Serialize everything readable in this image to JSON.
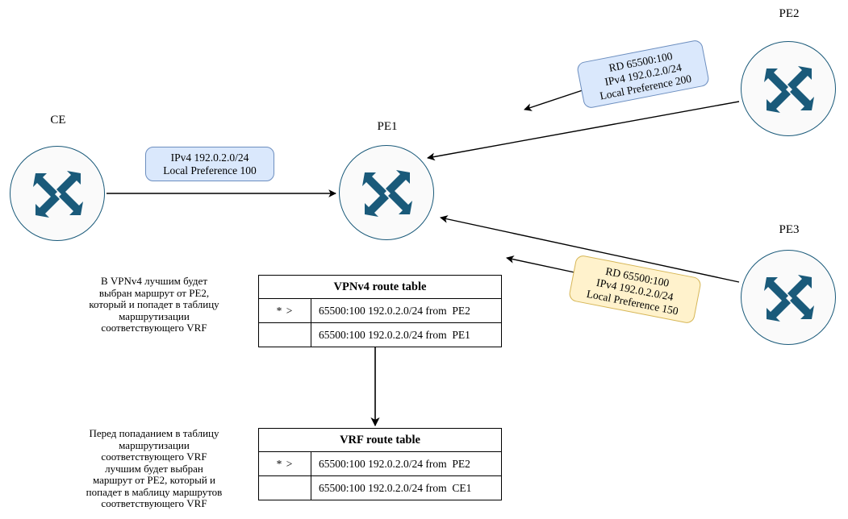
{
  "diagram": {
    "title": "MPLS L3VPN VPNv4 route selection",
    "colors": {
      "router_stroke": "#1A5A7A",
      "router_fill": "#FAFAFA",
      "arrow_glyph": "#1A5A7A",
      "callout_blue_fill": "#DAE8FC",
      "callout_blue_border": "#6C8EBF",
      "callout_tan_fill": "#FFF2CC",
      "callout_tan_border": "#D6B656",
      "line": "#000000"
    }
  },
  "nodes": [
    {
      "id": "ce",
      "label": "CE",
      "icon": "router-icon"
    },
    {
      "id": "pe1",
      "label": "PE1",
      "icon": "router-icon"
    },
    {
      "id": "pe2",
      "label": "PE2",
      "icon": "router-icon"
    },
    {
      "id": "pe3",
      "label": "PE3",
      "icon": "router-icon"
    }
  ],
  "callouts": [
    {
      "id": "ce-advert",
      "style": "blue",
      "rotation": 0,
      "lines": [
        "IPv4 192.0.2.0/24",
        "Local Preference 100"
      ]
    },
    {
      "id": "pe2-advert",
      "style": "blue",
      "rotation": -11,
      "lines": [
        "RD 65500:100",
        "IPv4 192.0.2.0/24",
        "Local Preference 200"
      ]
    },
    {
      "id": "pe3-advert",
      "style": "tan",
      "rotation": 11,
      "lines": [
        "RD 65500:100",
        "IPv4 192.0.2.0/24",
        "Local Preference 150"
      ]
    }
  ],
  "tables": [
    {
      "id": "vpnv4-route-table",
      "header": "VPNv4 route table",
      "rows": [
        {
          "flag": "* >",
          "route": "65500:100 192.0.2.0/24 from  PE2"
        },
        {
          "flag": "",
          "route": "65500:100 192.0.2.0/24 from  PE1"
        }
      ]
    },
    {
      "id": "vrf-route-table",
      "header": "VRF route  table",
      "rows": [
        {
          "flag": "* >",
          "route": "65500:100 192.0.2.0/24 from  PE2"
        },
        {
          "flag": "",
          "route": "65500:100 192.0.2.0/24 from  CE1"
        }
      ]
    }
  ],
  "notes": [
    {
      "id": "note-vpnv4",
      "lines": [
        "В VPNv4 лучшим будет",
        "выбран маршрут от PE2,",
        "который и попадет в таблицу",
        "маршрутизации",
        "соответствующего VRF"
      ]
    },
    {
      "id": "note-vrf",
      "lines": [
        "Перед попаданием в таблицу",
        "маршрутизации",
        "соответствующего VRF",
        "лучшим будет выбран",
        "маршрут от PE2, который и",
        "попадет в маблицу маршрутов",
        "соответствующего VRF"
      ]
    }
  ]
}
